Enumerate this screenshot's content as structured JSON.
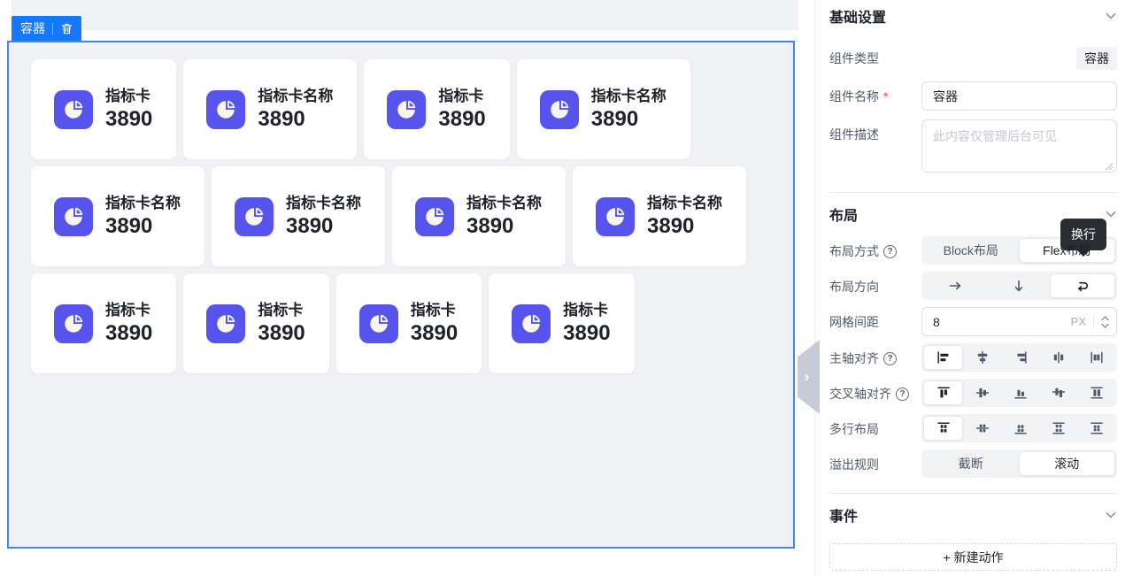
{
  "colors": {
    "accent_blue": "#1677ff",
    "selection_border": "#3d87f5",
    "card_icon_purple": "#5654ec",
    "panel_label_gray": "#4e5969",
    "tooltip_bg": "#1a1d22"
  },
  "canvas": {
    "selection_tag": {
      "label": "容器",
      "delete_icon": "trash-icon"
    },
    "collapse_handle_icon": "chevron-right-icon",
    "card_icon": "pie-chart-icon",
    "rows": [
      [
        {
          "title": "指标卡",
          "value": "3890"
        },
        {
          "title": "指标卡名称",
          "value": "3890"
        },
        {
          "title": "指标卡",
          "value": "3890"
        },
        {
          "title": "指标卡名称",
          "value": "3890"
        }
      ],
      [
        {
          "title": "指标卡名称",
          "value": "3890"
        },
        {
          "title": "指标卡名称",
          "value": "3890"
        },
        {
          "title": "指标卡名称",
          "value": "3890"
        },
        {
          "title": "指标卡名称",
          "value": "3890"
        }
      ],
      [
        {
          "title": "指标卡",
          "value": "3890"
        },
        {
          "title": "指标卡",
          "value": "3890"
        },
        {
          "title": "指标卡",
          "value": "3890"
        },
        {
          "title": "指标卡",
          "value": "3890"
        }
      ]
    ]
  },
  "panel": {
    "basic": {
      "title": "基础设置",
      "component_type": {
        "label": "组件类型",
        "value": "容器"
      },
      "component_name": {
        "label": "组件名称",
        "required": "*",
        "value": "容器"
      },
      "component_desc": {
        "label": "组件描述",
        "placeholder": "此内容仅管理后台可见"
      }
    },
    "layout": {
      "title": "布局",
      "layout_mode": {
        "label": "布局方式",
        "options": [
          "Block布局",
          "Flex布局"
        ],
        "selected": 1
      },
      "tooltip": {
        "text": "换行"
      },
      "direction": {
        "label": "布局方向",
        "options": [
          "arrow-right-icon",
          "arrow-down-icon",
          "wrap-icon"
        ],
        "selected": 2
      },
      "grid_gap": {
        "label": "网格间距",
        "value": "8",
        "unit": "PX"
      },
      "justify": {
        "label": "主轴对齐",
        "options": [
          "justify-start-icon",
          "justify-center-icon",
          "justify-end-icon",
          "justify-space-between-icon",
          "justify-space-around-icon"
        ],
        "selected": 0
      },
      "cross_align": {
        "label": "交叉轴对齐",
        "options": [
          "align-start-icon",
          "align-center-icon",
          "align-end-icon",
          "align-baseline-icon",
          "align-stretch-icon"
        ],
        "selected": 0
      },
      "multi_row": {
        "label": "多行布局",
        "options": [
          "content-start-icon",
          "content-center-icon",
          "content-end-icon",
          "content-space-between-icon",
          "content-space-around-icon"
        ],
        "selected": 0
      },
      "overflow": {
        "label": "溢出规则",
        "options": [
          "截断",
          "滚动"
        ],
        "selected": 1
      }
    },
    "events": {
      "title": "事件",
      "add_action_label": "+ 新建动作"
    }
  }
}
